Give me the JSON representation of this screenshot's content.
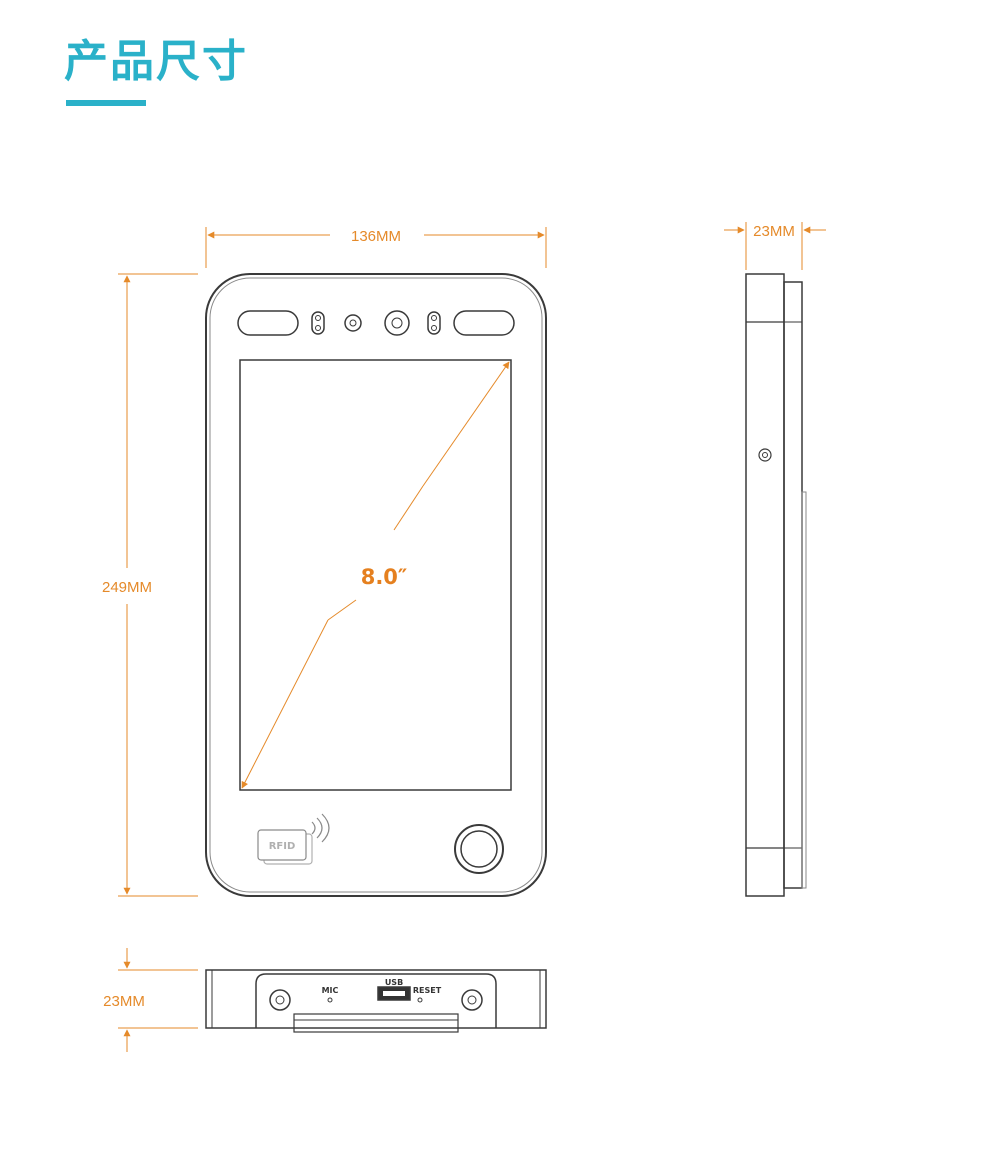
{
  "header": {
    "title": "产品尺寸"
  },
  "dimensions": {
    "width": "136MM",
    "height": "249MM",
    "side_depth": "23MM",
    "bottom_depth": "23MM",
    "screen_diagonal": "8.0″"
  },
  "labels": {
    "rfid": "RFID",
    "mic": "MIC",
    "usb": "USB",
    "reset": "RESET"
  },
  "colors": {
    "accent": "#2ab1c9",
    "dimension": "#e58a2a",
    "outline": "#3a3a3a"
  }
}
